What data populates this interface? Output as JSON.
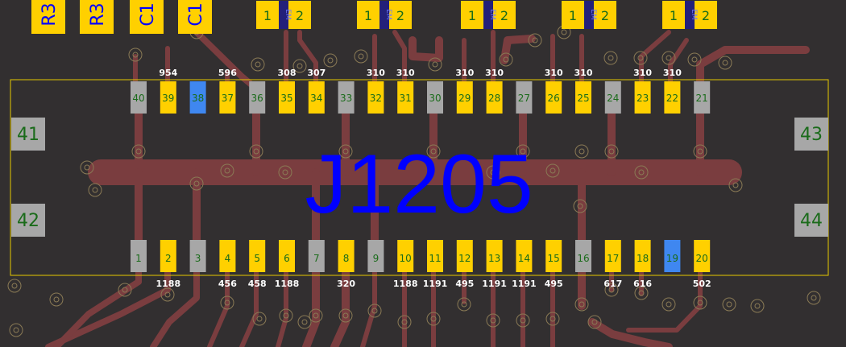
{
  "board": {
    "designator": "J1205",
    "colors": {
      "background": "#322f30",
      "trace": "#7a3d3f",
      "pad_signal": "#ffd000",
      "pad_ground": "#a7a7a7",
      "pad_highlight": "#3f87f0",
      "outline": "#e6c900",
      "refdes": "#0000ff",
      "pad_number": "#1a6b1a",
      "net_label": "#ffffff",
      "via_ring": "#8a7a55"
    }
  },
  "top_row": [
    {
      "pin": "40",
      "kind": "ground",
      "net": ""
    },
    {
      "pin": "39",
      "kind": "signal",
      "net": "954"
    },
    {
      "pin": "38",
      "kind": "highlight",
      "net": ""
    },
    {
      "pin": "37",
      "kind": "signal",
      "net": "596"
    },
    {
      "pin": "36",
      "kind": "ground",
      "net": ""
    },
    {
      "pin": "35",
      "kind": "signal",
      "net": "308"
    },
    {
      "pin": "34",
      "kind": "signal",
      "net": "307"
    },
    {
      "pin": "33",
      "kind": "ground",
      "net": ""
    },
    {
      "pin": "32",
      "kind": "signal",
      "net": "310"
    },
    {
      "pin": "31",
      "kind": "signal",
      "net": "310"
    },
    {
      "pin": "30",
      "kind": "ground",
      "net": ""
    },
    {
      "pin": "29",
      "kind": "signal",
      "net": "310"
    },
    {
      "pin": "28",
      "kind": "signal",
      "net": "310"
    },
    {
      "pin": "27",
      "kind": "ground",
      "net": ""
    },
    {
      "pin": "26",
      "kind": "signal",
      "net": "310"
    },
    {
      "pin": "25",
      "kind": "signal",
      "net": "310"
    },
    {
      "pin": "24",
      "kind": "ground",
      "net": ""
    },
    {
      "pin": "23",
      "kind": "signal",
      "net": "310"
    },
    {
      "pin": "22",
      "kind": "signal",
      "net": "310"
    },
    {
      "pin": "21",
      "kind": "ground",
      "net": ""
    }
  ],
  "bottom_row": [
    {
      "pin": "1",
      "kind": "ground",
      "net": ""
    },
    {
      "pin": "2",
      "kind": "signal",
      "net": "1188"
    },
    {
      "pin": "3",
      "kind": "ground",
      "net": ""
    },
    {
      "pin": "4",
      "kind": "signal",
      "net": "456"
    },
    {
      "pin": "5",
      "kind": "signal",
      "net": "458"
    },
    {
      "pin": "6",
      "kind": "signal",
      "net": "1188"
    },
    {
      "pin": "7",
      "kind": "ground",
      "net": ""
    },
    {
      "pin": "8",
      "kind": "signal",
      "net": "320"
    },
    {
      "pin": "9",
      "kind": "ground",
      "net": ""
    },
    {
      "pin": "10",
      "kind": "signal",
      "net": "1188"
    },
    {
      "pin": "11",
      "kind": "signal",
      "net": "1191"
    },
    {
      "pin": "12",
      "kind": "signal",
      "net": "495"
    },
    {
      "pin": "13",
      "kind": "signal",
      "net": "1191"
    },
    {
      "pin": "14",
      "kind": "signal",
      "net": "1191"
    },
    {
      "pin": "15",
      "kind": "signal",
      "net": "495"
    },
    {
      "pin": "16",
      "kind": "ground",
      "net": ""
    },
    {
      "pin": "17",
      "kind": "signal",
      "net": "617"
    },
    {
      "pin": "18",
      "kind": "signal",
      "net": "616"
    },
    {
      "pin": "19",
      "kind": "highlight",
      "net": ""
    },
    {
      "pin": "20",
      "kind": "signal",
      "net": "502"
    }
  ],
  "mount_pads": [
    {
      "pin": "41"
    },
    {
      "pin": "42"
    },
    {
      "pin": "43"
    },
    {
      "pin": "44"
    }
  ],
  "top_components": [
    {
      "label": "R3",
      "rotated": true
    },
    {
      "label": "R3",
      "rotated": true
    },
    {
      "label": "C1",
      "rotated": true
    },
    {
      "label": "C1",
      "rotated": true
    }
  ],
  "ferrite_parts": [
    {
      "pin_a": "1",
      "pin_b": "2",
      "body": "EM"
    },
    {
      "pin_a": "1",
      "pin_b": "2",
      "body": "EM"
    },
    {
      "pin_a": "1",
      "pin_b": "2",
      "body": "EM"
    },
    {
      "pin_a": "1",
      "pin_b": "2",
      "body": "EM"
    },
    {
      "pin_a": "1",
      "pin_b": "2",
      "body": "EM"
    }
  ]
}
